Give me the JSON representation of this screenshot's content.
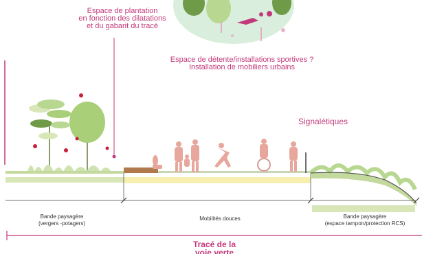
{
  "annotations": {
    "plantation": [
      "Espace de plantation",
      "en fonction des dilatations",
      "et du gabarit du tracé"
    ],
    "detente": [
      "Espace de détente/installations sportives ?",
      "Installation de mobiliers urbains"
    ],
    "signaletiques": "Signalétiques"
  },
  "bands": [
    {
      "title": "Bande paysagère",
      "subtitle": "(vergers -potagers)"
    },
    {
      "title": "Mobilités douces",
      "subtitle": ""
    },
    {
      "title": "Bande paysagère",
      "subtitle": "(espace tampon/protection RCS)"
    }
  ],
  "footer_title": [
    "Tracé de la",
    "voie verte"
  ],
  "colors": {
    "accent": "#c2387a",
    "ground_green": "#d8e6b8",
    "path_yellow": "#f6efb0",
    "tree_green": "#a9cf78",
    "figure_pink": "#e7a79c",
    "circle_fill": "#d9eedc"
  }
}
